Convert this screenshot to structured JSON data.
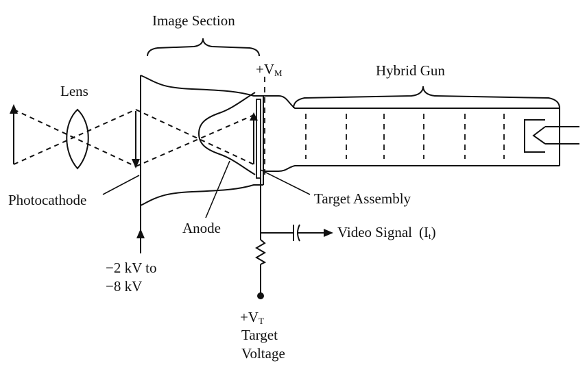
{
  "labels": {
    "image_section": "Image Section",
    "vm_plus": "+V",
    "vm_sub": "M",
    "hybrid_gun": "Hybrid Gun",
    "lens": "Lens",
    "photocathode": "Photocathode",
    "target_assembly": "Target Assembly",
    "anode": "Anode",
    "video_signal": "Video Signal",
    "video_signal_paren_open": "(I",
    "video_signal_sub": "t",
    "video_signal_paren_close": ")",
    "voltage_line1": "−2 kV to",
    "voltage_line2": "−8 kV",
    "vt_plus": "+V",
    "vt_sub": "T",
    "target": "Target",
    "voltage": "Voltage"
  }
}
